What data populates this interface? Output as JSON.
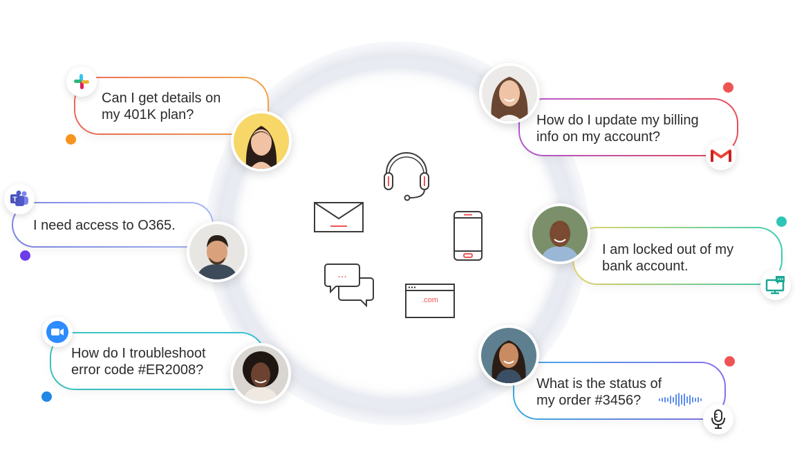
{
  "messages": [
    {
      "text": "Can I get details on\nmy 401K plan?",
      "channel": "slack-icon"
    },
    {
      "text": "I need access to O365.",
      "channel": "teams-icon"
    },
    {
      "text": "How do I troubleshoot\nerror code #ER2008?",
      "channel": "zoom-icon"
    },
    {
      "text": "How do I update my billing\ninfo on my account?",
      "channel": "gmail-icon"
    },
    {
      "text": "I am locked out of my\nbank account.",
      "channel": "chat-monitor-icon"
    },
    {
      "text": "What is the status of\nmy order #3456?",
      "channel": "microphone-icon"
    }
  ],
  "center": {
    "web_label": ".com",
    "chat_label": "..."
  },
  "colors": {
    "accent": "#ee5454",
    "orange": "#f7931e",
    "purple": "#6c3ce9",
    "teal": "#2ec4b6",
    "blue": "#1e88e5"
  }
}
